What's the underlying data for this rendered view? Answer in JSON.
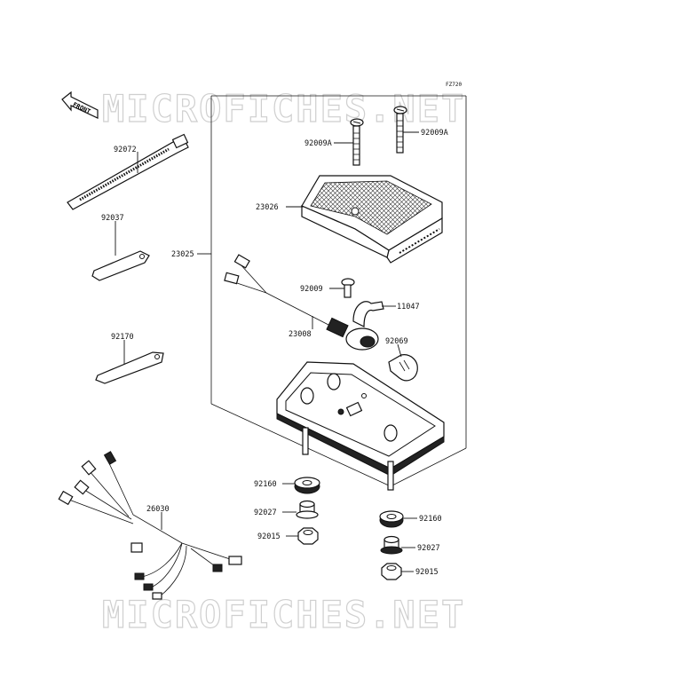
{
  "diagram": {
    "code": "FZ720",
    "front_label": "FRONT",
    "watermark": "MICROFICHES.NET",
    "parts": {
      "p92072": "92072",
      "p92037": "92037",
      "p92170": "92170",
      "p26030": "26030",
      "p23025": "23025",
      "p92009A_left": "92009A",
      "p92009A_right": "92009A",
      "p23026": "23026",
      "p92009": "92009",
      "p11047": "11047",
      "p23008": "23008",
      "p92069": "92069",
      "p92160_left": "92160",
      "p92027_left": "92027",
      "p92015_left": "92015",
      "p92160_right": "92160",
      "p92027_right": "92027",
      "p92015_right": "92015"
    }
  }
}
